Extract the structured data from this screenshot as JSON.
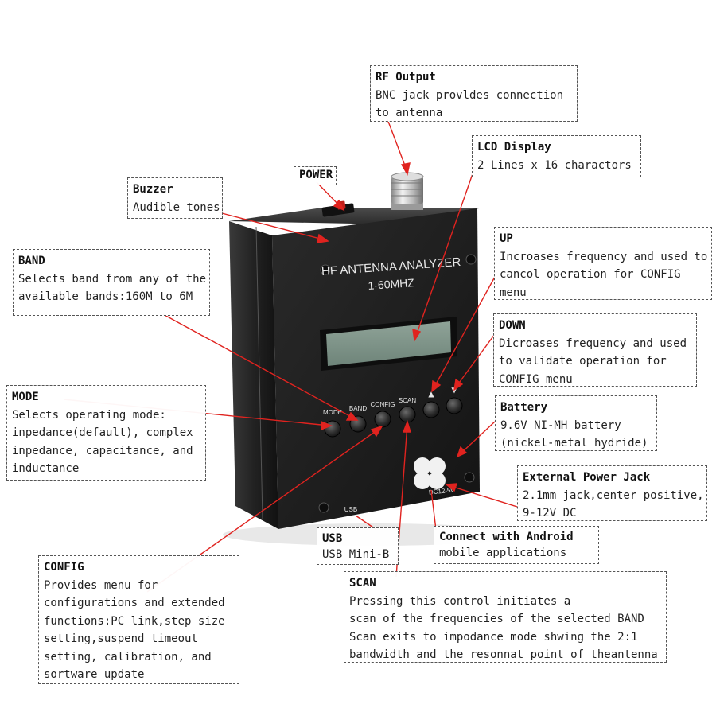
{
  "device": {
    "name_line1": "HF ANTENNA ANALYZER",
    "name_line2": "1-60MHZ",
    "buttons": [
      "MODE",
      "BAND",
      "CONFIG",
      "SCAN"
    ],
    "arrow_up": "▲",
    "arrow_down": "▼",
    "usb_label": "USB",
    "dc_label": "DC12-5v"
  },
  "callouts": {
    "rf_output": {
      "title": "RF Output",
      "lines": [
        "BNC jack provldes connection",
        "to antenna"
      ]
    },
    "lcd_display": {
      "title": "LCD Display",
      "lines": [
        "2 Lines x 16 charactors"
      ]
    },
    "power": {
      "title": "POWER",
      "lines": []
    },
    "buzzer": {
      "title": "Buzzer",
      "lines": [
        "Audible tones"
      ]
    },
    "band": {
      "title": "BAND",
      "lines": [
        "Selects band from any of the",
        "available bands:160M to 6M"
      ]
    },
    "up": {
      "title": "UP",
      "lines": [
        "Incroases frequency and used to",
        "cancol operation for CONFIG",
        "menu"
      ]
    },
    "down": {
      "title": "DOWN",
      "lines": [
        "Dicroases frequency and used",
        "to validate operation for",
        "CONFIG menu"
      ]
    },
    "mode": {
      "title": "MODE",
      "lines": [
        "Selects operating mode:",
        "inpedance(default), complex",
        "inpedance, capacitance, and",
        "inductance"
      ]
    },
    "battery": {
      "title": "Battery",
      "lines": [
        "9.6V NI-MH battery",
        "(nickel-metal hydride)"
      ]
    },
    "external_power": {
      "title": "External Power Jack",
      "lines": [
        "2.1mm jack,center positive,",
        "9-12V DC"
      ]
    },
    "usb": {
      "title": "USB",
      "lines": [
        "USB Mini-B"
      ]
    },
    "android": {
      "title": "Connect with Android",
      "lines": [
        "mobile applications"
      ]
    },
    "config": {
      "title": "CONFIG",
      "lines": [
        "Provides menu for",
        "configurations and extended",
        "functions:PC link,step size",
        "setting,suspend timeout",
        "setting, calibration, and",
        "sortware update"
      ]
    },
    "scan": {
      "title": "SCAN",
      "lines": [
        "Pressing this control initiates a",
        "scan of the frequencies of the selected BAND",
        "Scan exits to impodance mode shwing the 2:1",
        "bandwidth and the resonnat point of theantenna"
      ]
    }
  },
  "colors": {
    "leader_line": "#e0231f",
    "device_body": "#1c1c1c",
    "lcd": "#7f9488"
  }
}
